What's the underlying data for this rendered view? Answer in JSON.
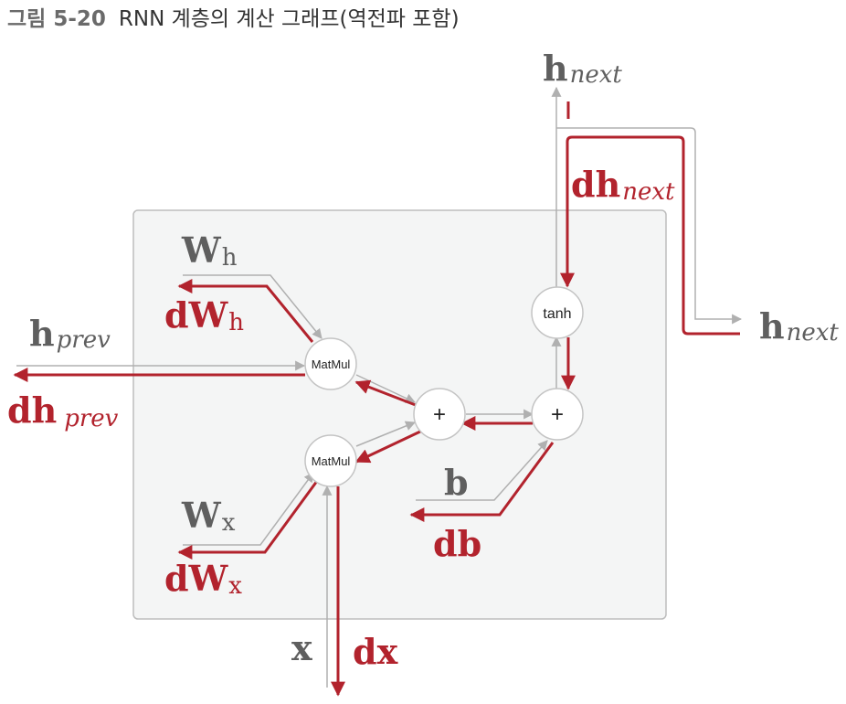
{
  "title": {
    "figure": "그림 5-20",
    "text": "RNN 계층의 계산 그래프(역전파 포함)"
  },
  "colors": {
    "forward": "#b0b0b0",
    "backward": "#b2232d",
    "label_gray": "#5f5f5f",
    "box_fill": "#f4f5f5",
    "box_border": "#bdbdbd"
  },
  "nodes": {
    "matmul_h": "MatMul",
    "matmul_x": "MatMul",
    "add1": "+",
    "add2": "+",
    "tanh": "tanh"
  },
  "labels": {
    "h_next_top": {
      "main": "h",
      "sub": "next"
    },
    "dh_next": {
      "main": "dh",
      "sub": "next"
    },
    "h_next_right": {
      "main": "h",
      "sub": "next"
    },
    "w_h": {
      "main": "W",
      "sub": "h"
    },
    "dw_h": {
      "main": "dW",
      "sub": "h"
    },
    "h_prev": {
      "main": "h",
      "sub": "prev"
    },
    "dh_prev": {
      "main": "dh",
      "sub": "prev"
    },
    "w_x": {
      "main": "W",
      "sub": "x"
    },
    "dw_x": {
      "main": "dW",
      "sub": "x"
    },
    "b": "b",
    "db": "db",
    "x": "x",
    "dx": "dx"
  }
}
